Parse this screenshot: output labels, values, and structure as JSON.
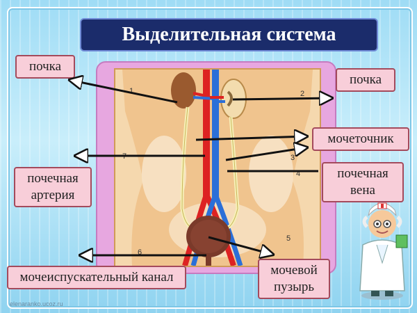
{
  "title": "Выделительная система",
  "labels": {
    "kidney_left": "почка",
    "kidney_right": "почка",
    "ureter": "мочеточник",
    "renal_artery": "почечная артерия",
    "renal_vein": "почечная вена",
    "urethra": "мочеиспускательный канал",
    "bladder": "мочевой пузырь"
  },
  "numbers": [
    "1",
    "2",
    "3",
    "4",
    "5",
    "6",
    "7"
  ],
  "watermark": "elenaranko.ucoz.ru",
  "colors": {
    "title_bg": "#1b2c6b",
    "label_bg": "#f8ced9",
    "panel": "#e7a7e0",
    "artery": "#d22",
    "vein": "#2b6fd8"
  }
}
